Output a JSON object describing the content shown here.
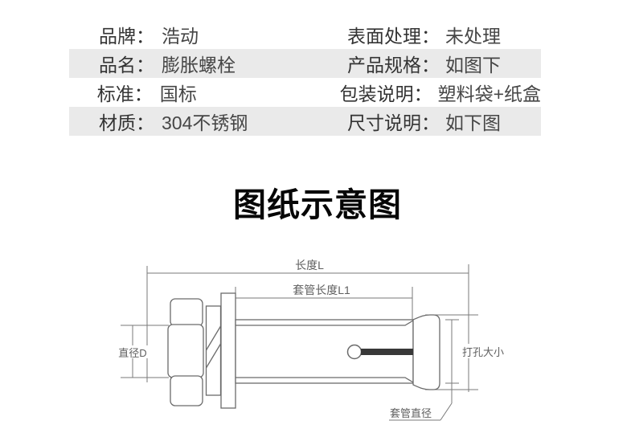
{
  "table": {
    "shaded_row_color": "#eaeaea",
    "rows": [
      {
        "left_label": "品牌：",
        "left_value": "浩动",
        "right_label": "表面处理：",
        "right_value": "未处理"
      },
      {
        "left_label": "品名：",
        "left_value": "膨胀螺栓",
        "right_label": "产品规格：",
        "right_value": "如图下"
      },
      {
        "left_label": "标准：",
        "left_value": "国标",
        "right_label": "包装说明：",
        "right_value": "塑料袋+纸盒"
      },
      {
        "left_label": "材质：",
        "left_value": "304不锈钢",
        "right_label": "尺寸说明：",
        "right_value": "如下图"
      }
    ]
  },
  "section_title": "图纸示意图",
  "diagram": {
    "labels": {
      "length": "长度L",
      "sleeve_length": "套管长度L1",
      "diameter": "直径D",
      "hole_size": "打孔大小",
      "sleeve_diameter": "套管直径"
    },
    "line_color": "#7a7a7a",
    "outline_color": "#6b6b6b",
    "pin_color": "#383838"
  }
}
